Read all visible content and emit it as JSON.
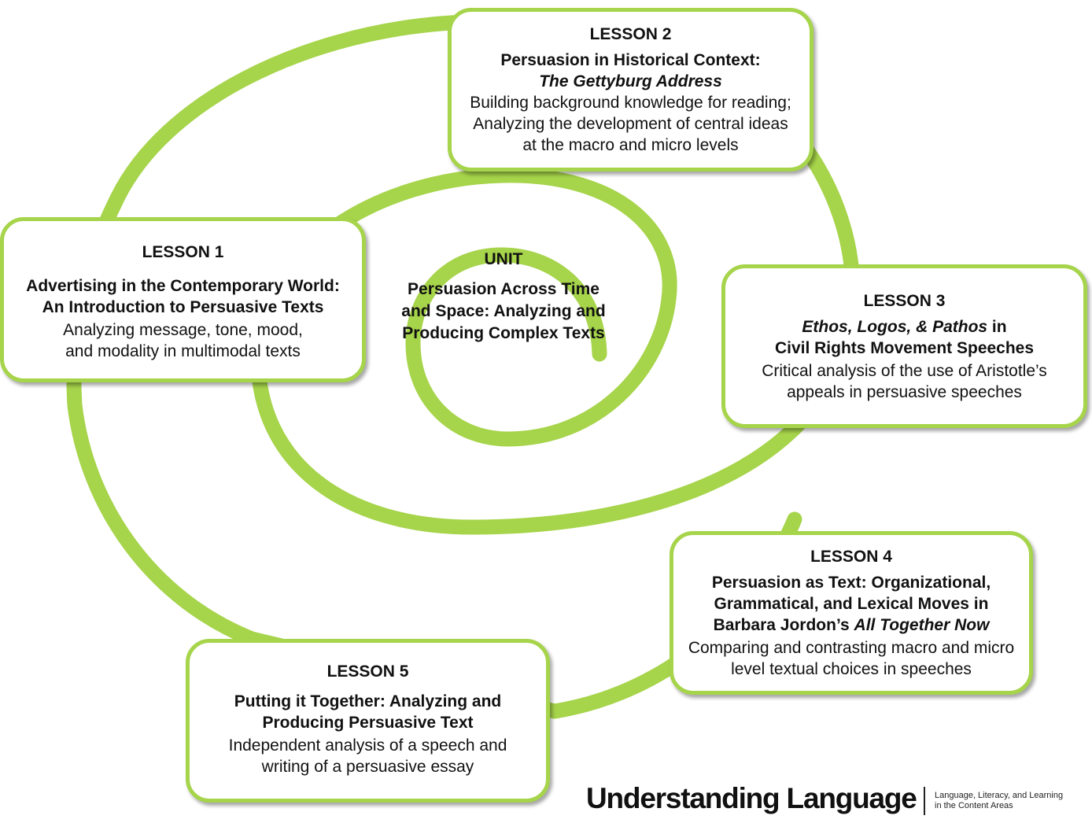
{
  "unit": {
    "heading": "UNIT",
    "title": "Persuasion Across Time and Space: Analyzing and Producing Complex Texts"
  },
  "lessons": [
    {
      "heading": "LESSON 1",
      "title_lines": [
        "Advertising in the Contemporary World:",
        "An Introduction to Persuasive Texts"
      ],
      "desc_lines": [
        "Analyzing message, tone, mood,",
        "and modality in multimodal texts"
      ]
    },
    {
      "heading": "LESSON 2",
      "title_line1": "Persuasion in Historical Context:",
      "title_italic": "The Gettyburg Address",
      "desc_lines": [
        "Building background knowledge for reading;",
        "Analyzing the development of central ideas",
        "at the macro and  micro levels"
      ]
    },
    {
      "heading": "LESSON 3",
      "title_italic": "Ethos, Logos, & Pathos",
      "title_rest": " in",
      "title_line2": "Civil Rights Movement Speeches",
      "desc_lines": [
        "Critical analysis of the use of Aristotle’s",
        "appeals in persuasive speeches"
      ]
    },
    {
      "heading": "LESSON 4",
      "title_line1": "Persuasion as Text: Organizational,",
      "title_line2": "Grammatical, and Lexical Moves in",
      "title_line3_pre": "Barbara Jordon’s ",
      "title_line3_italic": "All Together Now",
      "desc_lines": [
        "Comparing and contrasting macro and micro",
        "level textual choices in speeches"
      ]
    },
    {
      "heading": "LESSON 5",
      "title_lines": [
        "Putting it Together: Analyzing and",
        "Producing Persuasive Text"
      ],
      "desc_lines": [
        "Independent analysis of a speech and",
        "writing of a persuasive essay"
      ]
    }
  ],
  "logo": {
    "name": "Understanding Language",
    "tagline_lines": [
      "Language, Literacy, and Learning",
      "in the Content Areas"
    ]
  },
  "colors": {
    "spiral": "#a6d44a",
    "box_border": "#a6d44a"
  },
  "icons": [
    "spiral-graphic"
  ]
}
